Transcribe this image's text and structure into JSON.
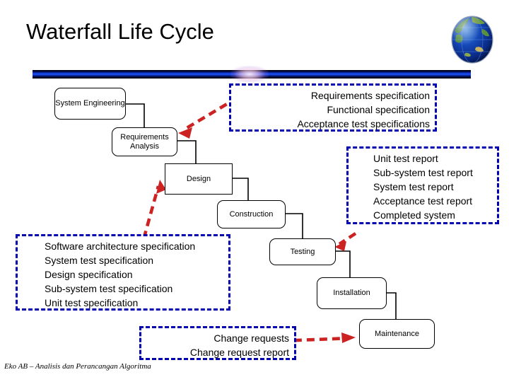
{
  "slide": {
    "title": "Waterfall Life Cycle",
    "footer": "Eko AB – Analisis dan Perancangan Algoritma",
    "logo_icon": "globe-earth-icon",
    "colors": {
      "divider_blue": "#1b54ff",
      "callout_border": "#0000b0",
      "arrow_red": "#cc2222",
      "box_border": "#000000",
      "background": "#ffffff"
    }
  },
  "process": {
    "boxes": [
      {
        "id": "system-engineering",
        "label": "System Engineering"
      },
      {
        "id": "requirements-analysis",
        "label": "Requirements Analysis"
      },
      {
        "id": "design",
        "label": "Design"
      },
      {
        "id": "construction",
        "label": "Construction"
      },
      {
        "id": "testing",
        "label": "Testing"
      },
      {
        "id": "installation",
        "label": "Installation"
      },
      {
        "id": "maintenance",
        "label": "Maintenance"
      }
    ]
  },
  "callouts": [
    {
      "id": "requirements-artifacts",
      "align": "right",
      "lines": [
        "Requirements specification",
        "Functional specification",
        "Acceptance test specifications"
      ]
    },
    {
      "id": "test-artifacts",
      "align": "left",
      "lines": [
        "Unit test report",
        "Sub-system test report",
        "System test report",
        "Acceptance test report",
        "Completed system"
      ]
    },
    {
      "id": "design-artifacts",
      "align": "left",
      "lines": [
        "Software architecture specification",
        "System test specification",
        "Design specification",
        "Sub-system test specification",
        "Unit test specification"
      ]
    },
    {
      "id": "change-artifacts",
      "align": "right",
      "lines": [
        "Change requests",
        "Change request report"
      ]
    }
  ]
}
